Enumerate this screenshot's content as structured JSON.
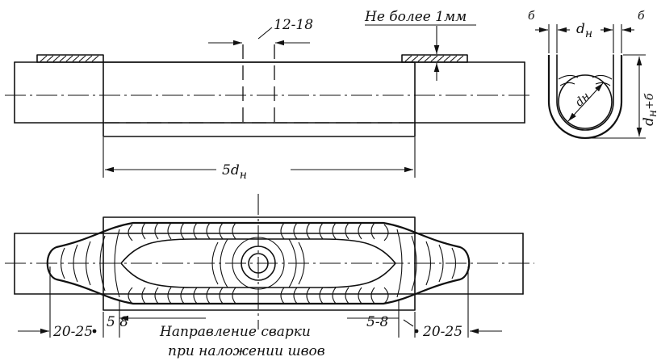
{
  "labels": {
    "gap": "12-18",
    "max_height": "Не более 1мм",
    "length": "5d",
    "length_sub": "н",
    "wall_left": "б",
    "wall_right": "б",
    "inner_d": "d",
    "inner_d_sub": "н",
    "pipe_d": "dн",
    "height": "d",
    "height_sub": "н",
    "height_suffix": "+б",
    "end_left": "20-25",
    "start_left": "5 8",
    "start_right": "5-8",
    "end_right": "20-25",
    "caption_line1": "Направление сварки",
    "caption_line2": "при    наложении швов"
  }
}
